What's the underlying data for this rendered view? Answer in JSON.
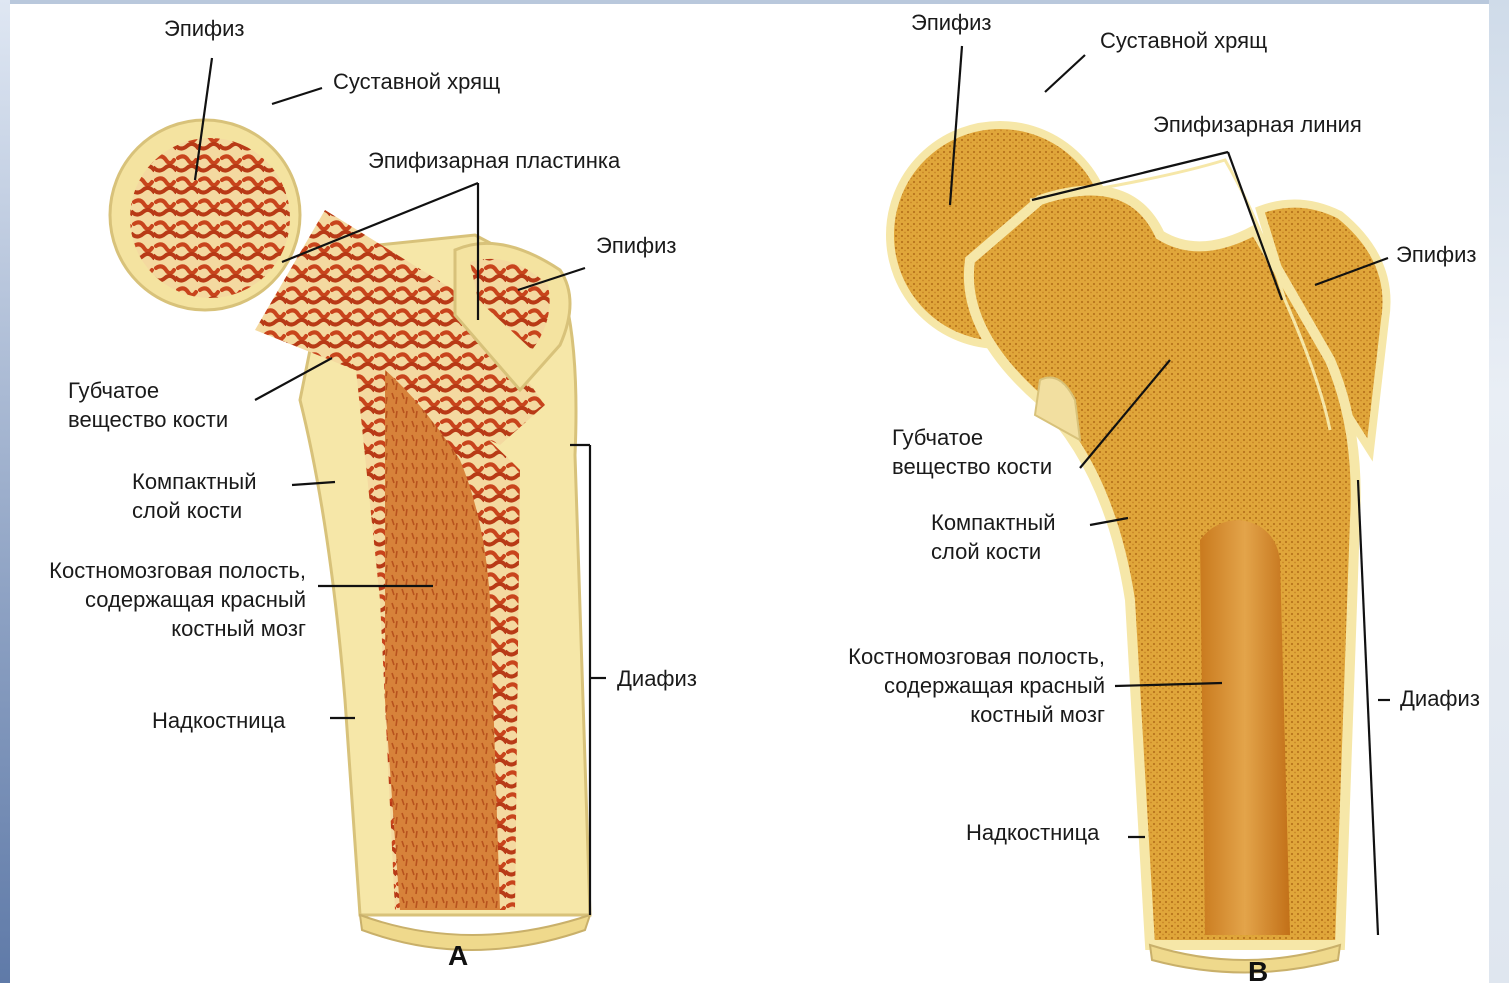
{
  "colors": {
    "bone_outer": "#f6e7a8",
    "cartilage": "#f3e3a0",
    "red_marrow": "#c8441c",
    "spongy_red": "#d35a22",
    "spongy_yellow": "#d79a2c",
    "marrow_cavity": "#d98a32",
    "line": "#111111"
  },
  "panel_a": {
    "letter": "A",
    "labels": {
      "epiphysis_top": "Эпифиз",
      "articular_cartilage": "Суставной хрящ",
      "epiphyseal_plate": "Эпифизарная пластинка",
      "epiphysis_right": "Эпифиз",
      "spongy_bone": [
        "Губчатое",
        "вещество кости"
      ],
      "compact_layer": [
        "Компактный",
        "слой кости"
      ],
      "marrow_cavity": [
        "Костномозговая полость,",
        "содержащая красный",
        "костный мозг"
      ],
      "diaphysis": "Диафиз",
      "periosteum": "Надкостница"
    }
  },
  "panel_b": {
    "letter": "B",
    "labels": {
      "epiphysis_top": "Эпифиз",
      "articular_cartilage": "Суставной хрящ",
      "epiphyseal_line": "Эпифизарная линия",
      "epiphysis_right": "Эпифиз",
      "spongy_bone": [
        "Губчатое",
        "вещество кости"
      ],
      "compact_layer": [
        "Компактный",
        "слой кости"
      ],
      "marrow_cavity": [
        "Костномозговая полость,",
        "содержащая красный",
        "костный мозг"
      ],
      "diaphysis": "Диафиз",
      "periosteum": "Надкостница"
    }
  }
}
